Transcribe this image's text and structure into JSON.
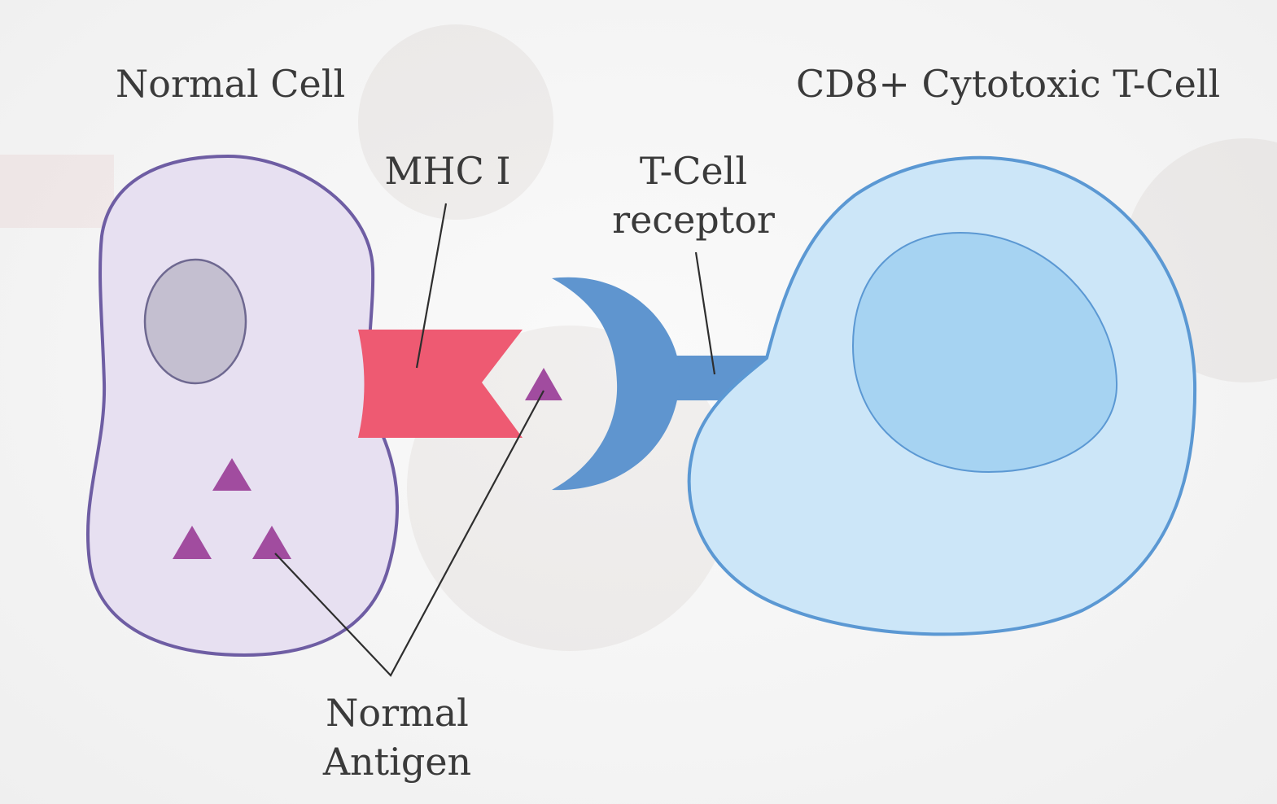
{
  "labels": {
    "normal_cell": "Normal Cell",
    "t_cell": "CD8+ Cytotoxic T-Cell",
    "mhc": "MHC I",
    "tcr_line1": "T-Cell",
    "tcr_line2": "receptor",
    "antigen_line1": "Normal",
    "antigen_line2": "Antigen"
  },
  "colors": {
    "normal_cell_fill": "#e7e0f1",
    "normal_cell_stroke": "#6e5da3",
    "normal_nucleus_fill": "#c4bfd0",
    "normal_nucleus_stroke": "#6e6890",
    "mhc_fill": "#ee5a72",
    "antigen_fill": "#a14c9f",
    "receptor_fill": "#5f95cf",
    "t_cell_fill": "#cce6f8",
    "t_cell_stroke": "#5b98d3",
    "t_nucleus_fill": "#a6d3f2",
    "t_nucleus_stroke": "#5b98d3",
    "leader_line": "#2e2e2e"
  }
}
